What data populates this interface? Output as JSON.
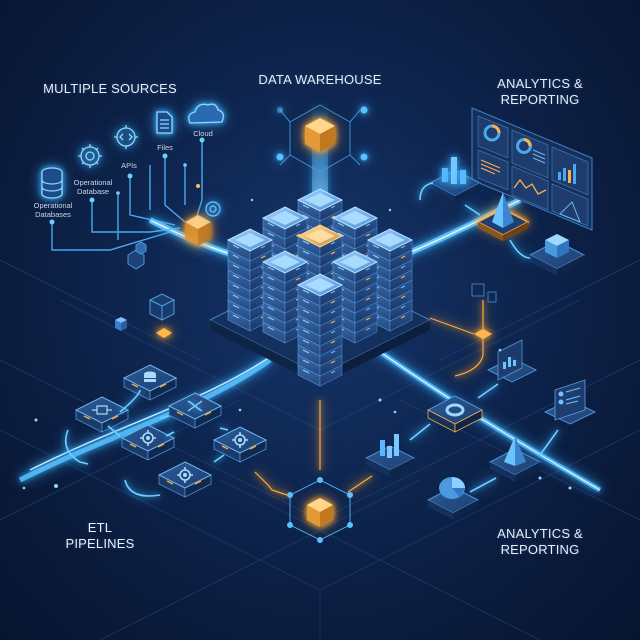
{
  "diagram": {
    "type": "isometric data-architecture illustration",
    "colors": {
      "background": "#0b1d40",
      "accent_blue": "#3ab0ff",
      "accent_orange": "#ffa93a",
      "server_face": "#2f5b95",
      "label_text": "#e8eef8"
    },
    "sections": {
      "sources": {
        "title": "MULTIPLE SOURCES",
        "items": [
          {
            "label": "Operational Databases",
            "icon": "database-icon"
          },
          {
            "label": "Operational Database",
            "icon": "gear-icon"
          },
          {
            "label": "APIs",
            "icon": "code-gear-icon"
          },
          {
            "label": "Files",
            "icon": "document-icon"
          },
          {
            "label": "Cloud",
            "icon": "cloud-icon"
          }
        ]
      },
      "warehouse": {
        "title": "DATA WAREHOUSE",
        "server_stacks": 8
      },
      "analytics_top": {
        "title_line1": "ANALYTICS &",
        "title_line2": "REPORTING",
        "items": [
          "bar-chart-tile",
          "pyramid-tile",
          "cube-tile",
          "dashboard-panel"
        ]
      },
      "etl": {
        "title_line1": "ETL",
        "title_line2": "PIPELINES",
        "nodes": [
          "database-node",
          "transform-node",
          "expand-node",
          "gear-node",
          "gear-node",
          "gear-node"
        ]
      },
      "analytics_bottom": {
        "title_line1": "ANALYTICS &",
        "title_line2": "REPORTING",
        "items": [
          "donut-tile",
          "bar-chart-tile",
          "pie-chart-tile",
          "pyramid-tile",
          "chart-screen",
          "report-screen"
        ]
      }
    }
  }
}
